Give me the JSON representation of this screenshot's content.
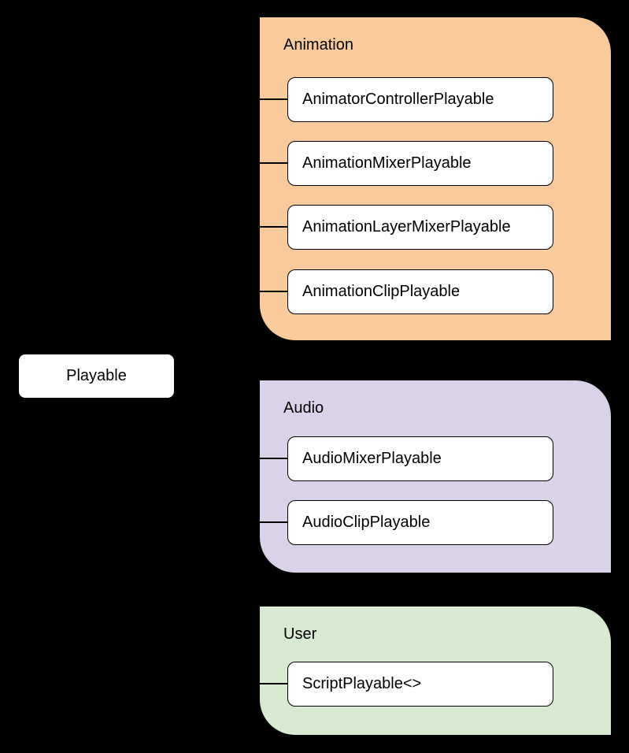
{
  "diagram": {
    "root": {
      "label": "Playable"
    },
    "groups": [
      {
        "label": "Animation",
        "fill": "#F9CB9C",
        "children": [
          {
            "label": "AnimatorControllerPlayable"
          },
          {
            "label": "AnimationMixerPlayable"
          },
          {
            "label": "AnimationLayerMixerPlayable"
          },
          {
            "label": "AnimationClipPlayable"
          }
        ]
      },
      {
        "label": "Audio",
        "fill": "#D9D2E9",
        "children": [
          {
            "label": "AudioMixerPlayable"
          },
          {
            "label": "AudioClipPlayable"
          }
        ]
      },
      {
        "label": "User",
        "fill": "#D9EAD3",
        "children": [
          {
            "label": "ScriptPlayable<>"
          }
        ]
      }
    ],
    "colors": {
      "background": "#000000",
      "node_fill": "#FFFFFF",
      "node_border": "#000000",
      "connector": "#000000",
      "text": "#000000"
    }
  }
}
